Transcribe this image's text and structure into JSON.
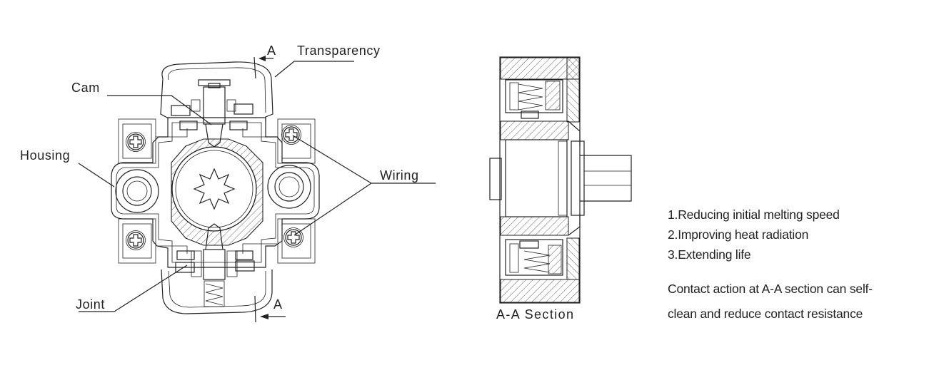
{
  "left_view": {
    "callouts": {
      "transparency": "Transparency",
      "cam": "Cam",
      "housing": "Housing",
      "wiring": "Wiring",
      "joint": "Joint"
    },
    "section_marker_top": "A",
    "section_marker_bottom": "A"
  },
  "section_view": {
    "caption": "A-A Section"
  },
  "notes": {
    "items": [
      "1.Reducing initial melting speed",
      "2.Improving heat radiation",
      "3.Extending life"
    ],
    "description_line1": "Contact action at A-A section can self-",
    "description_line2": "clean and reduce contact resistance"
  }
}
